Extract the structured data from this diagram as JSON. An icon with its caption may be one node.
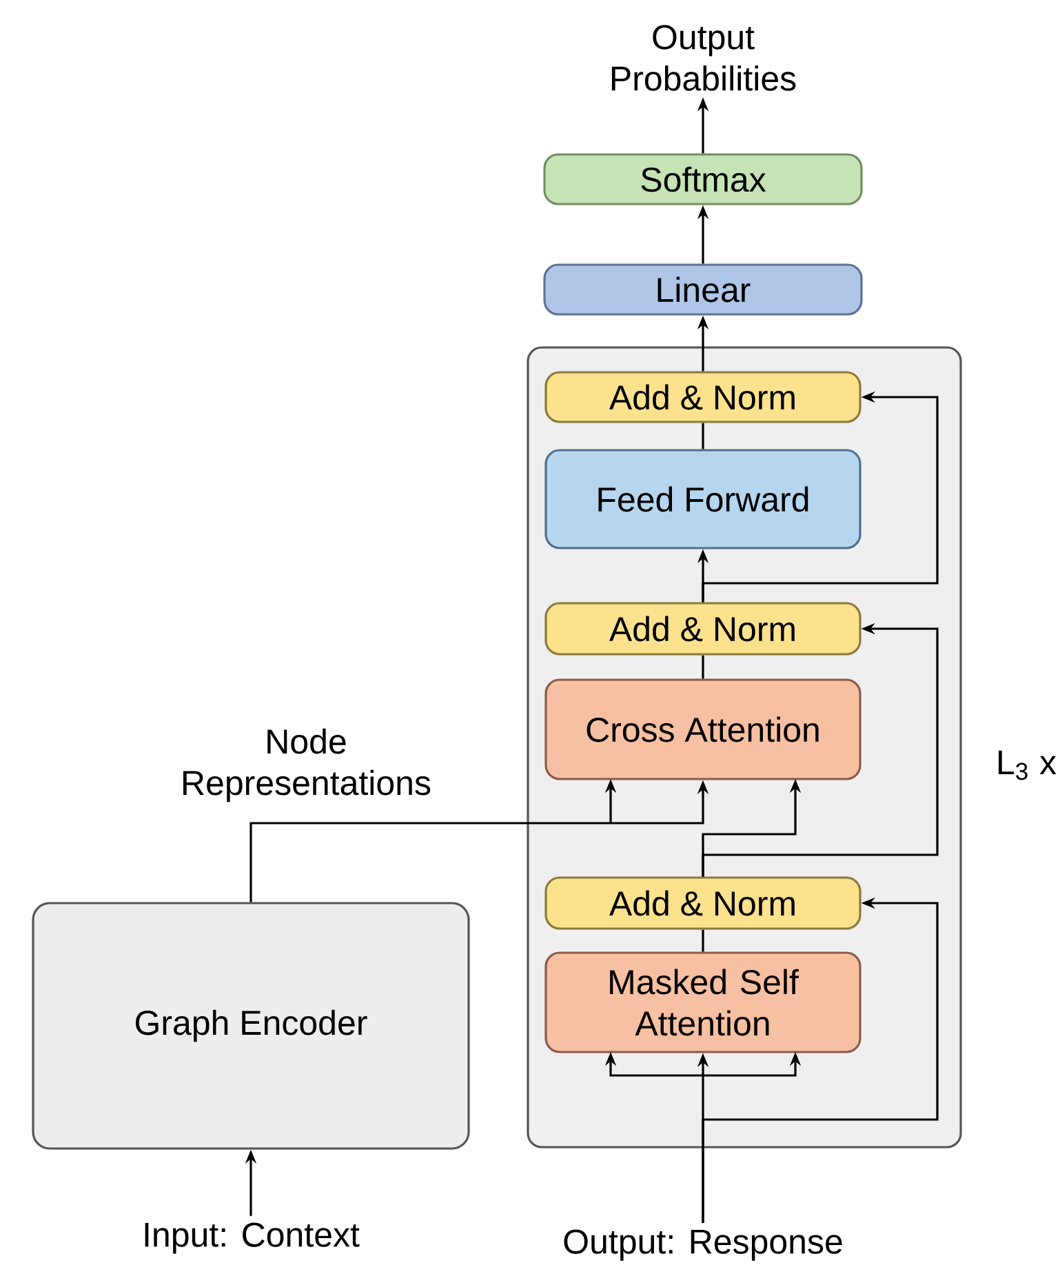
{
  "diagram": {
    "nodes": [
      {
        "text": [
          "Output Probabilities"
        ]
      },
      {
        "text": [
          "Softmax"
        ]
      },
      {
        "text": [
          "Linear"
        ]
      },
      {
        "text": [],
        "shape": "box",
        "beside": [
          "L$_{3}$ x"
        ]
      },
      {
        "text": [
          "Add & Norm"
        ],
        "in": 3
      },
      {
        "text": [
          "Feed Forward"
        ],
        "in": 3
      },
      {
        "text": [
          "Add & Norm"
        ],
        "in": 3
      },
      {
        "text": [
          "Cross Attention"
        ],
        "in": 3
      },
      {
        "text": [
          "Add & Norm"
        ],
        "in": 3
      },
      {
        "text": [
          "Masked Self Attention"
        ],
        "in": 3
      },
      {
        "text": [
          "Graph Encoder"
        ]
      },
      {
        "text": [
          "Input: Context"
        ]
      },
      {
        "text": [
          "Output: Response"
        ]
      }
    ],
    "edges": [
      {
        "from": 11,
        "to": 10,
        "arrow": "to"
      },
      {
        "from": 10,
        "to": 7,
        "arrow": "to",
        "label": "Node Representations"
      },
      {
        "from": 12,
        "to": 9,
        "arrow": "to"
      },
      {
        "from": 12,
        "to": 8,
        "arrow": "to"
      },
      {
        "from": 9,
        "to": 8,
        "arrow": "none"
      },
      {
        "from": 8,
        "to": 7,
        "arrow": "to"
      },
      {
        "from": 8,
        "to": 6,
        "arrow": "to"
      },
      {
        "from": 7,
        "to": 6,
        "arrow": "none"
      },
      {
        "from": 6,
        "to": 5,
        "arrow": "to"
      },
      {
        "from": 6,
        "to": 4,
        "arrow": "to"
      },
      {
        "from": 5,
        "to": 4,
        "arrow": "none"
      },
      {
        "from": 4,
        "to": 2,
        "arrow": "to"
      },
      {
        "from": 2,
        "to": 1,
        "arrow": "to"
      },
      {
        "from": 1,
        "to": 0,
        "arrow": "to"
      }
    ]
  }
}
